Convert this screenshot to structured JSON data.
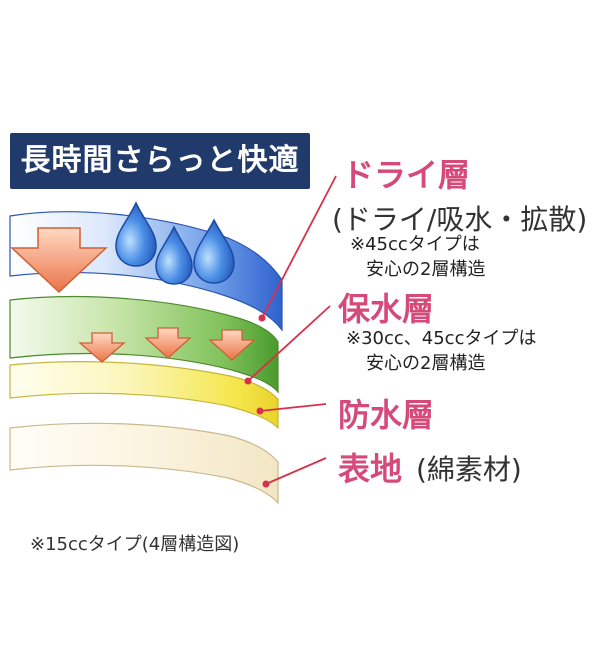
{
  "banner": {
    "title": "長時間さらっと快適"
  },
  "layers": [
    {
      "title": "ドライ層",
      "subtitle": "(ドライ/吸水・拡散)",
      "note_lines": [
        "※45ccタイプは",
        "安心の2層構造"
      ]
    },
    {
      "title": "保水層",
      "note_lines": [
        "※30cc、45ccタイプは",
        "安心の2層構造"
      ]
    },
    {
      "title": "防水層"
    },
    {
      "title": "表地",
      "subtitle": "(綿素材)"
    }
  ],
  "footnote": "※15ccタイプ(4層構造図)",
  "colors": {
    "banner_bg": "#1f3a6b",
    "label_title": "#d64a7a",
    "leader_line": "#d9304a",
    "dry_layer": "#3a6fd8",
    "water_layer": "#5fae3a",
    "waterproof_layer": "#f2e33a",
    "surface_layer": "#f5edcf",
    "arrows": "#f08a5d",
    "droplets": "#2f6fd0"
  },
  "icons": [
    "water-droplet-icon",
    "down-arrow-icon"
  ]
}
